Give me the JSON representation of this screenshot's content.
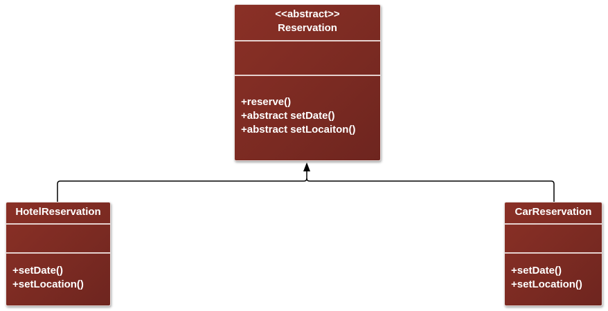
{
  "classes": {
    "reservation": {
      "stereotype": "<<abstract>>",
      "name": "Reservation",
      "methods": [
        "+reserve()",
        "+abstract setDate()",
        "+abstract setLocaiton()"
      ]
    },
    "hotel": {
      "name": "HotelReservation",
      "methods": [
        "+setDate()",
        "+setLocation()"
      ]
    },
    "car": {
      "name": "CarReservation",
      "methods": [
        "+setDate()",
        "+setLocation()"
      ]
    }
  },
  "colors": {
    "class_fill": "#7e2b23",
    "line": "#000000"
  }
}
